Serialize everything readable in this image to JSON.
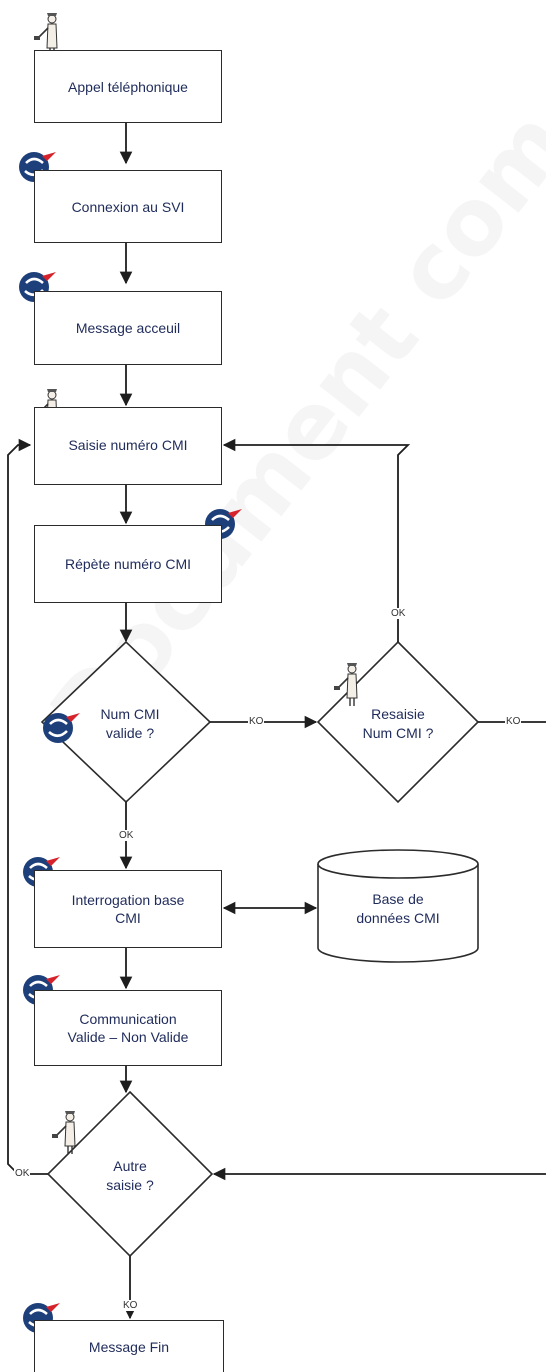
{
  "watermark": "Document com",
  "nodes": {
    "appel": "Appel téléphonique",
    "connexion": "Connexion au SVI",
    "message_accueil": "Message acceuil",
    "saisie": "Saisie numéro CMI",
    "repete": "Répète numéro CMI",
    "num_valide_1": "Num CMI",
    "num_valide_2": "valide ?",
    "resaisie_1": "Resaisie",
    "resaisie_2": "Num CMI ?",
    "interrogation_1": "Interrogation base",
    "interrogation_2": "CMI",
    "base_1": "Base de",
    "base_2": "données CMI",
    "communication_1": "Communication",
    "communication_2": "Valide – Non Valide",
    "autre_1": "Autre",
    "autre_2": "saisie ?",
    "fin": "Message Fin"
  },
  "edge_labels": {
    "ko_valide": "KO",
    "ko_resaisie": "KO",
    "ok_resaisie": "OK",
    "ok_valide": "OK",
    "ok_autre": "OK",
    "ko_autre": "KO"
  },
  "icons": {
    "person": "person-icon",
    "system": "system-logo-icon"
  },
  "colors": {
    "text": "#1f2b5a",
    "logo_blue": "#1d3f7a",
    "logo_red": "#d6232b",
    "line": "#1e1e1e"
  }
}
